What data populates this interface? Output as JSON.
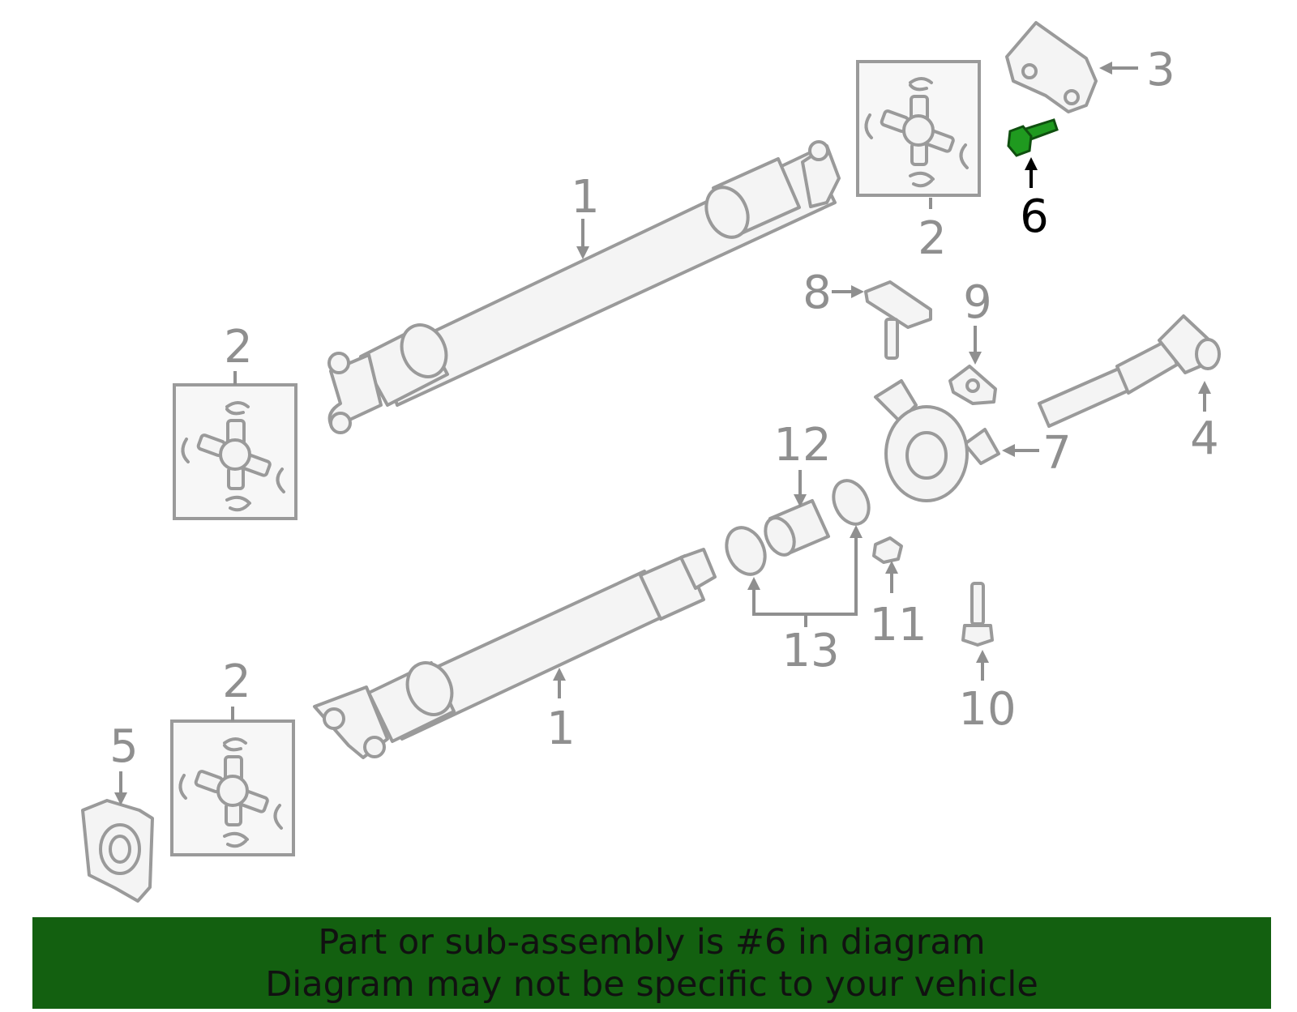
{
  "banner": {
    "line1": "Part or sub-assembly is #6 in diagram",
    "line2": "Diagram may not be specific to your vehicle",
    "background": "#136010",
    "text_color": "#111111"
  },
  "highlight": {
    "part_number": "6",
    "color": "#1f9a1f"
  },
  "callouts": {
    "c1_upper": "1",
    "c1_lower": "1",
    "c2_top": "2",
    "c2_left": "2",
    "c2_bottom": "2",
    "c3": "3",
    "c4": "4",
    "c5": "5",
    "c6": "6",
    "c7": "7",
    "c8": "8",
    "c9": "9",
    "c10": "10",
    "c11": "11",
    "c12": "12",
    "c13": "13"
  },
  "icons": [
    "universal-joint-icon",
    "driveshaft-icon",
    "bolt-icon",
    "bearing-icon",
    "clamp-icon",
    "flange-icon"
  ]
}
